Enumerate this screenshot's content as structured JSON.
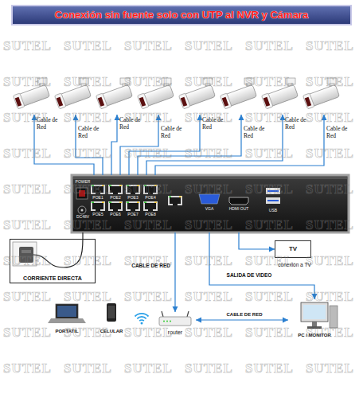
{
  "diagram": {
    "title": "Conexión sin fuente solo con UTP al NVR y Cámara",
    "nodes": [
      {
        "text": [
          "Cable de Red"
        ]
      },
      {
        "text": [
          "Cable de Red"
        ]
      },
      {
        "text": [
          "Cable de Red"
        ]
      },
      {
        "text": [
          "Cable de Red"
        ]
      },
      {
        "text": [
          "Cable de Red"
        ]
      },
      {
        "text": [
          "Cable de Red"
        ]
      },
      {
        "text": [
          "Cable de Red"
        ]
      },
      {
        "text": [
          "Cable de Red"
        ]
      },
      {
        "text": [
          "POWER",
          "DC48V",
          "POE1",
          "POE2",
          "POE3",
          "POE4",
          "POE5",
          "POE6",
          "POE7",
          "POE8",
          "VGA",
          "HDMI OUT",
          "USB"
        ]
      },
      {
        "text": [
          "CORRIENTE DIRECTA"
        ]
      },
      {
        "text": [
          "TV",
          "conexión a TV"
        ]
      },
      {
        "text": [
          "PORTATIL"
        ]
      },
      {
        "text": [
          "CELULAR"
        ]
      },
      {
        "text": [
          "router"
        ]
      },
      {
        "text": [
          "PC / MONITOR"
        ]
      }
    ],
    "edges": [
      {
        "from": 8,
        "to": 0,
        "arrow": "to"
      },
      {
        "from": 8,
        "to": 1,
        "arrow": "to"
      },
      {
        "from": 8,
        "to": 2,
        "arrow": "to"
      },
      {
        "from": 8,
        "to": 3,
        "arrow": "to"
      },
      {
        "from": 8,
        "to": 4,
        "arrow": "to"
      },
      {
        "from": 8,
        "to": 5,
        "arrow": "to"
      },
      {
        "from": 8,
        "to": 6,
        "arrow": "to"
      },
      {
        "from": 8,
        "to": 7,
        "arrow": "to"
      },
      {
        "from": 9,
        "to": 8,
        "arrow": "none"
      },
      {
        "from": 8,
        "to": 13,
        "label": "CABLE DE RED",
        "arrow": "to"
      },
      {
        "from": 8,
        "to": 10,
        "arrow": "to"
      },
      {
        "from": 8,
        "to": 14,
        "arrow": "to"
      },
      {
        "from": 13,
        "to": 14,
        "label": "CABLE DE RED",
        "arrow": "both"
      }
    ],
    "labels": [
      "SALIDA DE VIDEO",
      "SUTEL",
      "SUTEL",
      "SUTEL",
      "SUTEL",
      "SUTEL",
      "SUTEL",
      "SUTEL",
      "SUTEL",
      "SUTEL",
      "SUTEL",
      "SUTEL",
      "SUTEL",
      "SUTEL",
      "SUTEL",
      "SUTEL",
      "SUTEL",
      "SUTEL",
      "SUTEL",
      "SUTEL",
      "SUTEL",
      "SUTEL",
      "SUTEL",
      "SUTEL",
      "SUTEL",
      "SUTEL",
      "SUTEL",
      "SUTEL",
      "SUTEL",
      "SUTEL",
      "SUTEL",
      "SUTEL",
      "SUTEL",
      "SUTEL",
      "SUTEL",
      "SUTEL",
      "SUTEL",
      "SUTEL",
      "SUTEL",
      "SUTEL",
      "SUTEL",
      "SUTEL",
      "SUTEL",
      "SUTEL",
      "SUTEL",
      "SUTEL",
      "SUTEL",
      "SUTEL",
      "SUTEL",
      "SUTEL",
      "SUTEL",
      "SUTEL",
      "SUTEL",
      "SUTEL",
      "SUTEL",
      "SUTEL",
      "SUTEL",
      "SUTEL",
      "SUTEL",
      "SUTEL",
      "SUTEL"
    ]
  }
}
